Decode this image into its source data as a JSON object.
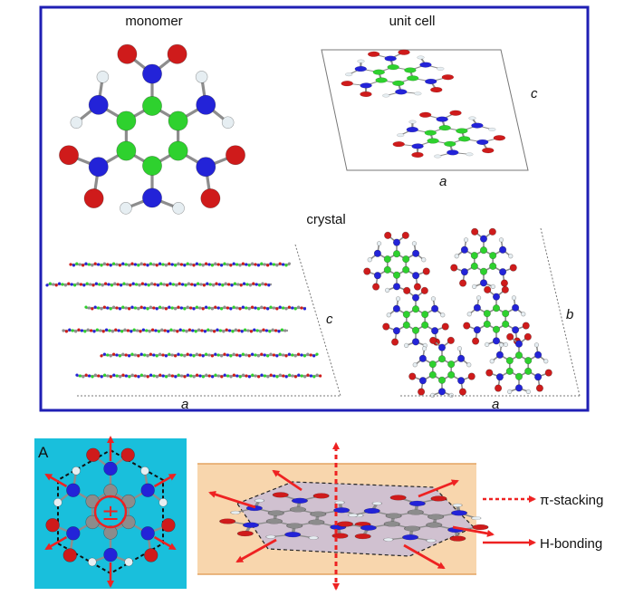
{
  "top_panel": {
    "labels": {
      "monomer": "monomer",
      "unit_cell": "unit cell",
      "crystal": "crystal",
      "axis_a": "a",
      "axis_b": "b",
      "axis_c": "c"
    }
  },
  "bottom_panel": {
    "panel_letter": "A",
    "center_symbol": "±",
    "legend": {
      "pi_stacking": "π-stacking",
      "h_bonding": "H-bonding"
    }
  },
  "colors": {
    "frame": "#1f1fb4",
    "carbon": "#2ed12e",
    "nitrogen": "#2323d8",
    "oxygen": "#cf1b1b",
    "hydrogen": "#e6eef2",
    "bond": "#8d8d8d",
    "arrow": "#ee2222",
    "cyan_bg": "#19bfdc",
    "peach_bg": "#f8d6ad",
    "sheet": "#c9bdd6"
  }
}
